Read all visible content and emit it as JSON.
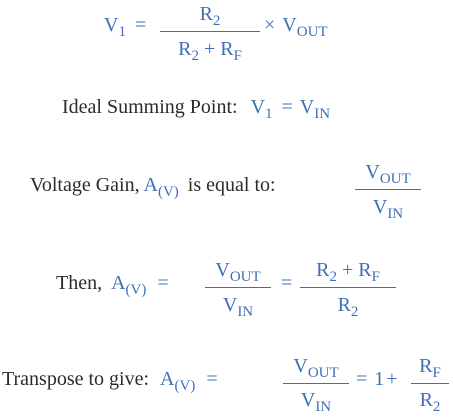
{
  "eq1": {
    "lhs_v": "V",
    "lhs_sub": "1",
    "eq": "=",
    "num_r": "R",
    "num_sub": "2",
    "den_r2": "R",
    "den_sub2": "2",
    "den_plus": "+",
    "den_rf": "R",
    "den_subf": "F",
    "times": "×",
    "vout_v": "V",
    "vout_sub": "OUT"
  },
  "eq2": {
    "label": "Ideal Summing Point:",
    "v1": "V",
    "v1_sub": "1",
    "eq": "=",
    "vin": "V",
    "vin_sub": "IN"
  },
  "eq3": {
    "label": "Voltage Gain,",
    "a": "A",
    "a_sub": "(V)",
    "text": "is equal to:",
    "num_v": "V",
    "num_sub": "OUT",
    "den_v": "V",
    "den_sub": "IN"
  },
  "eq4": {
    "label": "Then,",
    "a": "A",
    "a_sub": "(V)",
    "eq1": "=",
    "num_v": "V",
    "num_sub": "OUT",
    "den_v": "V",
    "den_sub": "IN",
    "eq2": "=",
    "num2_r2": "R",
    "num2_sub2": "2",
    "num2_plus": "+",
    "num2_rf": "R",
    "num2_subf": "F",
    "den2_r": "R",
    "den2_sub": "2"
  },
  "eq5": {
    "label": "Transpose to give:",
    "a": "A",
    "a_sub": "(V)",
    "eq1": "=",
    "num_v": "V",
    "num_sub": "OUT",
    "den_v": "V",
    "den_sub": "IN",
    "eq2": "=",
    "one": "1",
    "plus": "+",
    "num2_r": "R",
    "num2_sub": "F",
    "den2_r": "R",
    "den2_sub": "2"
  }
}
